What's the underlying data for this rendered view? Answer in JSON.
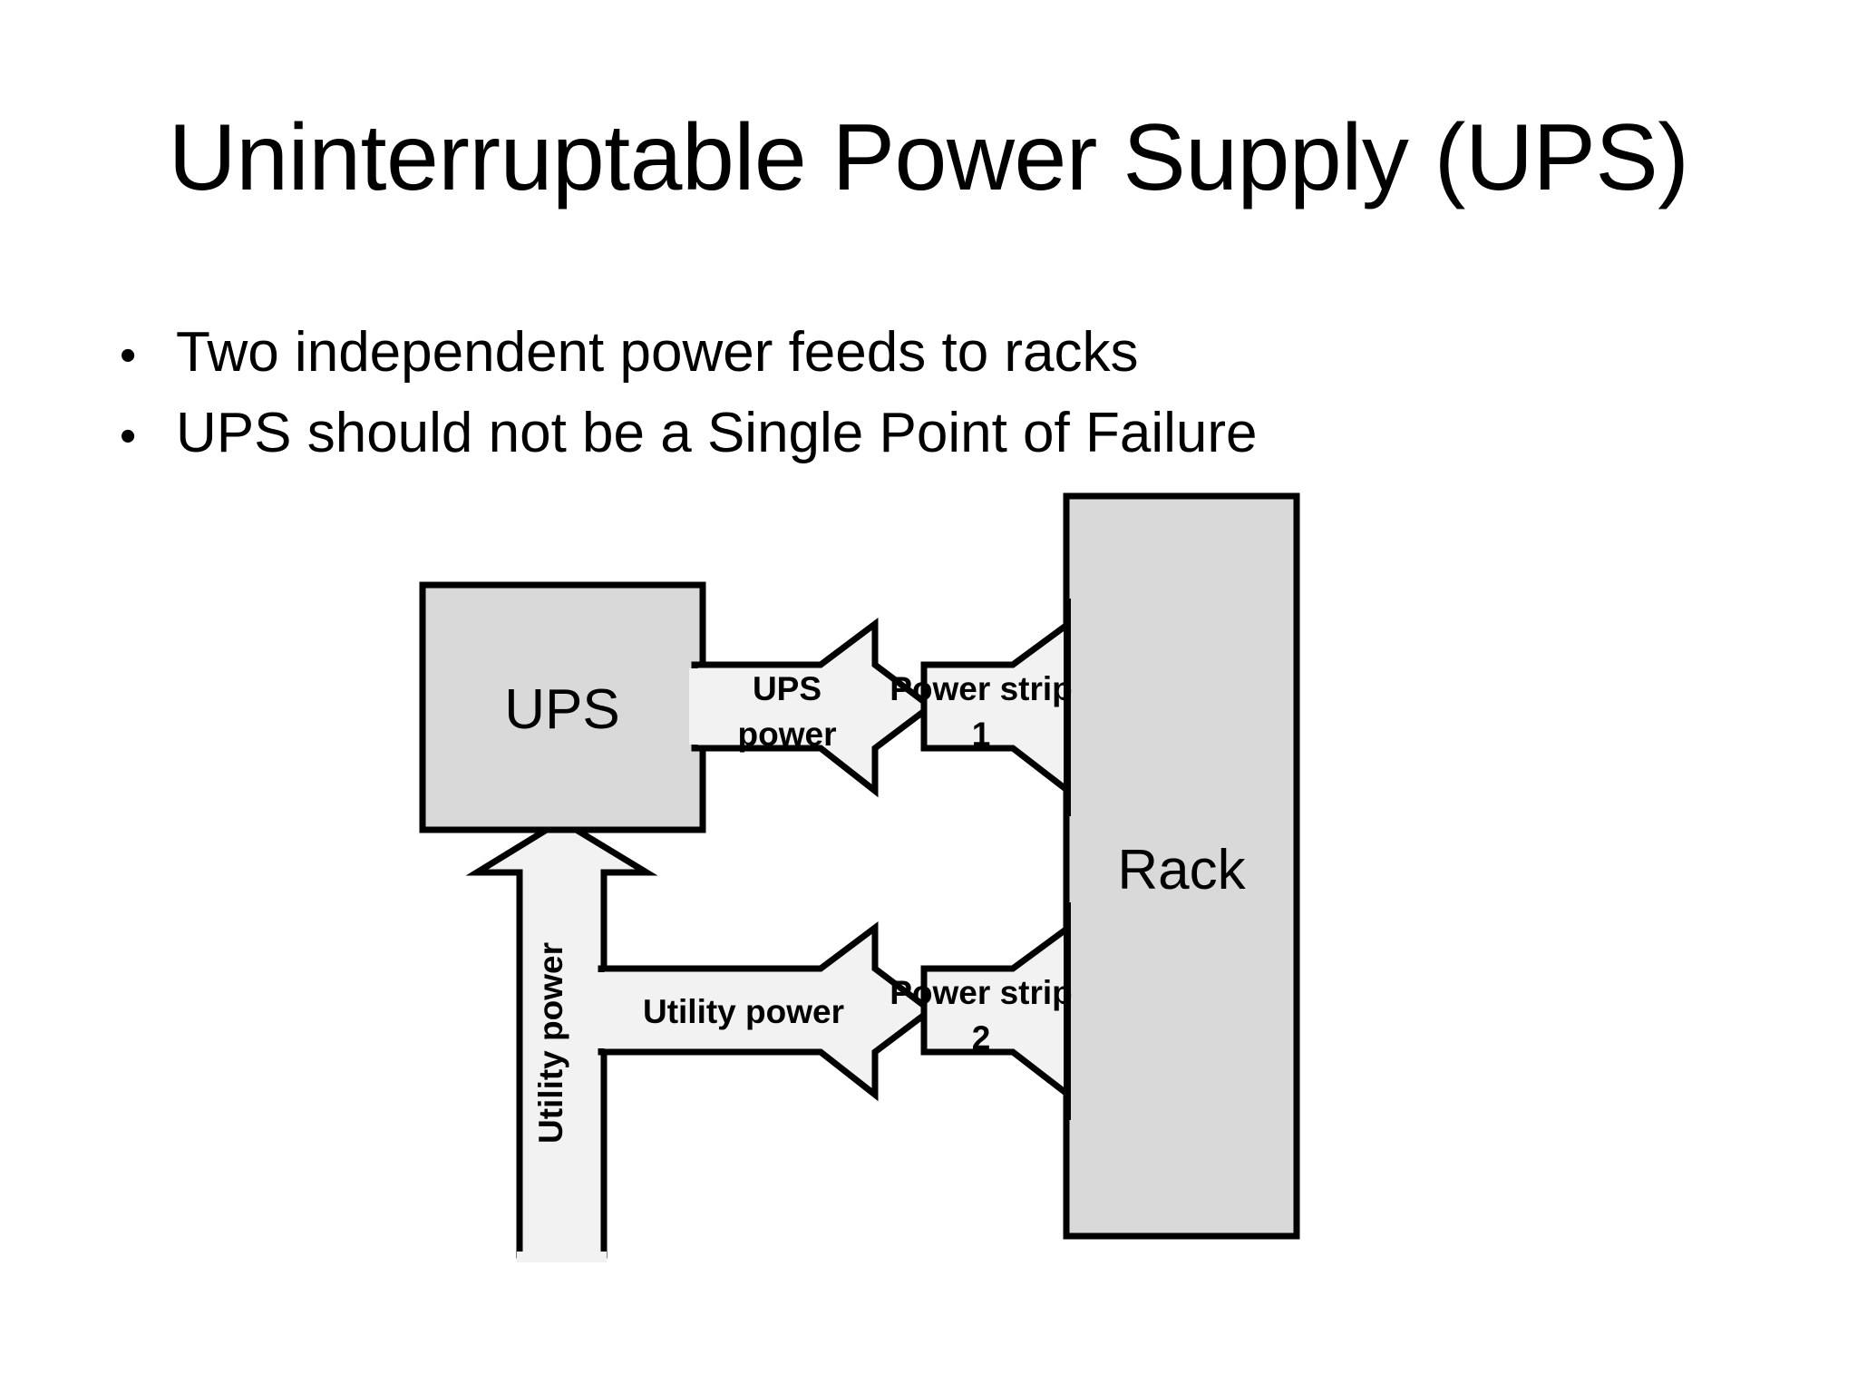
{
  "slide": {
    "title": "Uninterruptable Power Supply (UPS)",
    "bullet_marker": "•",
    "bullets": [
      {
        "text": "Two independent power feeds to racks"
      },
      {
        "text": "UPS should not be a Single Point of Failure"
      }
    ]
  },
  "diagram": {
    "type": "block-flow",
    "boxes": [
      {
        "id": "ups",
        "label": "UPS",
        "fill": "#D9D9D9",
        "stroke": "#000000"
      },
      {
        "id": "rack",
        "label": "Rack",
        "fill": "#D9D9D9",
        "stroke": "#000000"
      }
    ],
    "arrows": [
      {
        "id": "utility-power-vertical",
        "label": "Utility power",
        "direction": "up",
        "fill": "#F2F2F2",
        "stroke": "#000000"
      },
      {
        "id": "ups-power",
        "label_line1": "UPS",
        "label_line2": "power",
        "direction": "right",
        "fill": "#F2F2F2",
        "stroke": "#000000"
      },
      {
        "id": "power-strip-1",
        "label_line1": "Power strip",
        "label_line2": "1",
        "direction": "right",
        "fill": "#F2F2F2",
        "stroke": "#000000"
      },
      {
        "id": "utility-power-horizontal",
        "label": "Utility power",
        "direction": "right",
        "fill": "#F2F2F2",
        "stroke": "#000000"
      },
      {
        "id": "power-strip-2",
        "label_line1": "Power strip",
        "label_line2": "2",
        "direction": "right",
        "fill": "#F2F2F2",
        "stroke": "#000000"
      }
    ],
    "colors": {
      "box_fill": "#D9D9D9",
      "arrow_fill": "#F2F2F2",
      "stroke": "#000000",
      "background": "#FFFFFF"
    }
  }
}
